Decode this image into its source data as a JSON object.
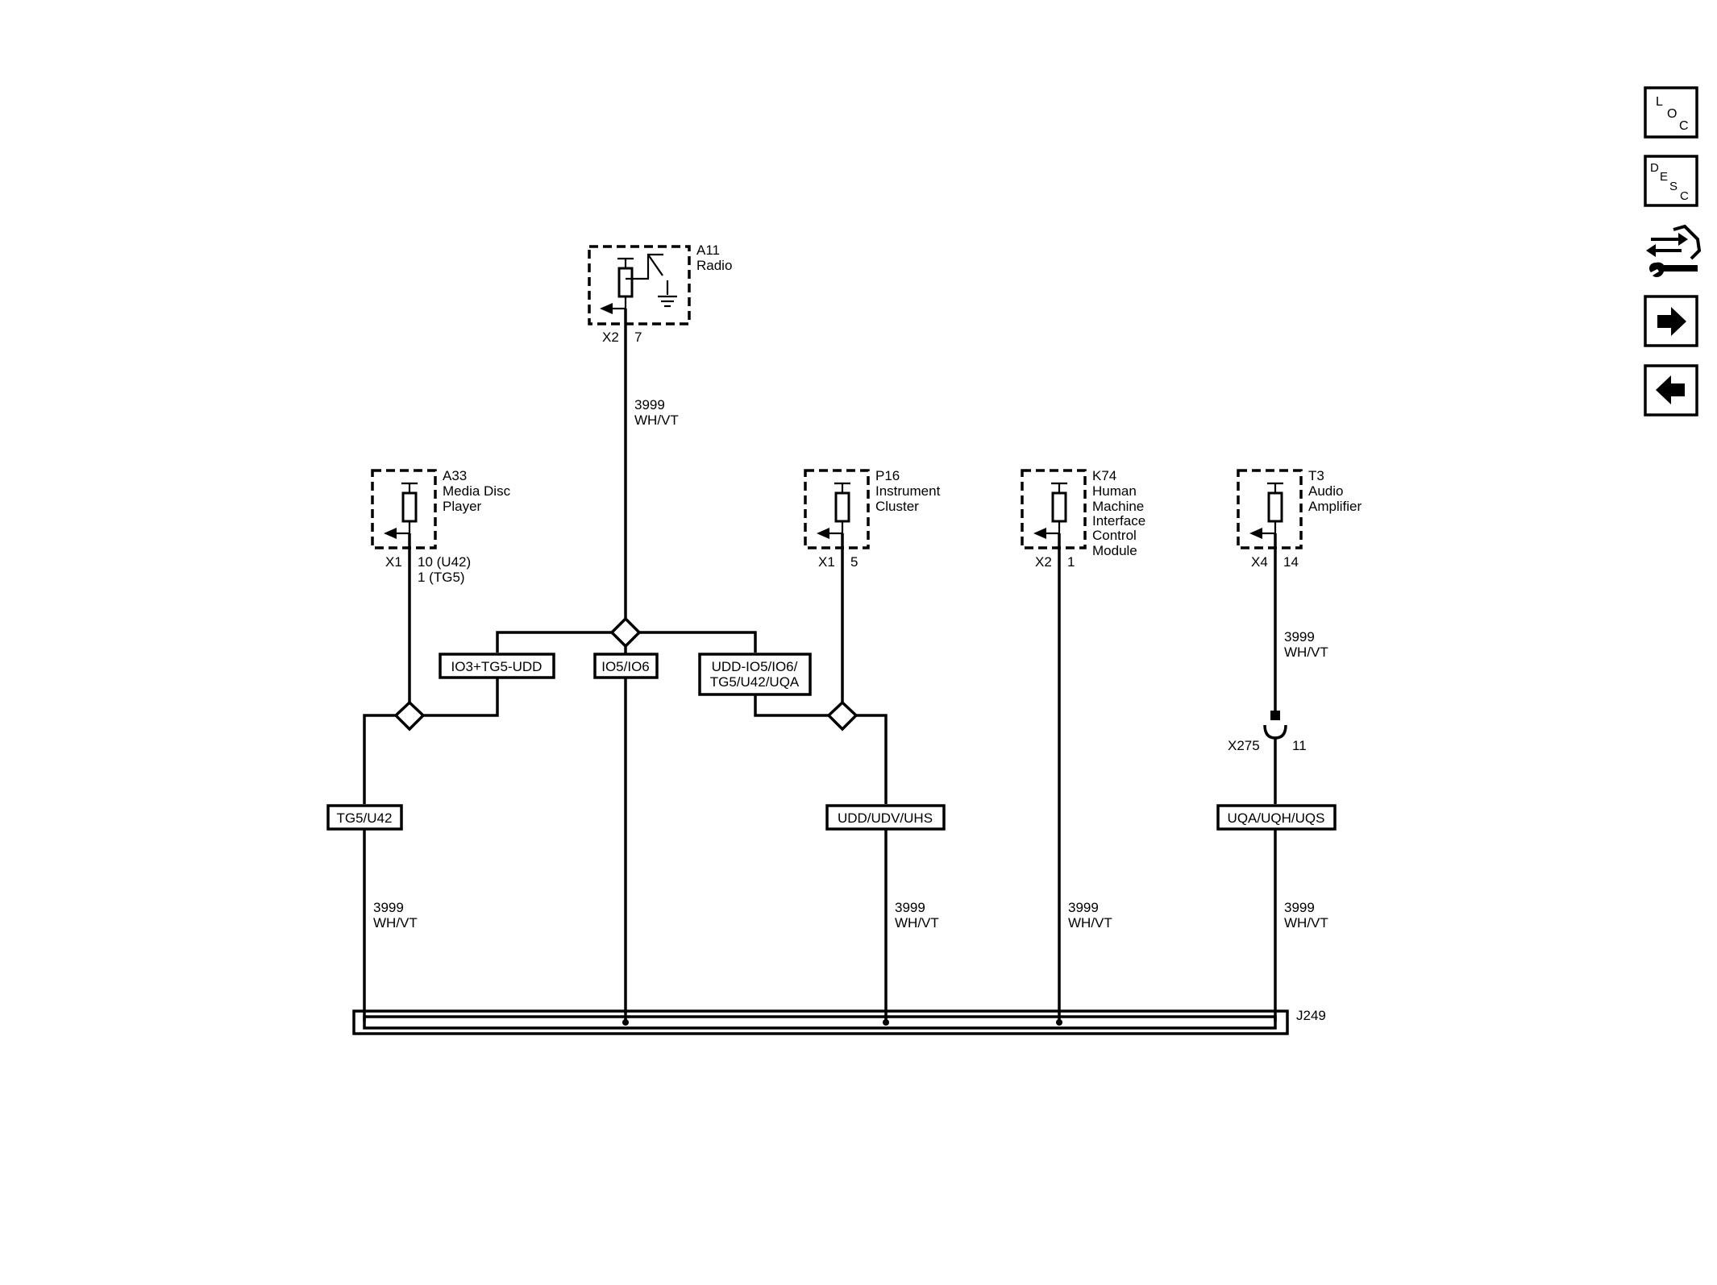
{
  "components": {
    "a11": {
      "ref": "A11",
      "name": "Radio",
      "connector": "X2",
      "pin": "7"
    },
    "a33": {
      "ref": "A33",
      "name_line1": "Media Disc",
      "name_line2": "Player",
      "connector": "X1",
      "pin_line1": "10 (U42)",
      "pin_line2": "1 (TG5)"
    },
    "p16": {
      "ref": "P16",
      "name_line1": "Instrument",
      "name_line2": "Cluster",
      "connector": "X1",
      "pin": "5"
    },
    "k74": {
      "ref": "K74",
      "name_line1": "Human",
      "name_line2": "Machine",
      "name_line3": "Interface",
      "name_line4": "Control",
      "name_line5": "Module",
      "connector": "X2",
      "pin": "1"
    },
    "t3": {
      "ref": "T3",
      "name_line1": "Audio",
      "name_line2": "Amplifier",
      "connector": "X4",
      "pin": "14"
    }
  },
  "inline_connector": {
    "ref": "X275",
    "pin": "11"
  },
  "junction": {
    "ref": "J249"
  },
  "wire": {
    "circuit": "3999",
    "color": "WH/VT"
  },
  "option_labels": {
    "io3_tg5_udd": "IO3+TG5-UDD",
    "io5_io6": "IO5/IO6",
    "udd_line1": "UDD-IO5/IO6/",
    "udd_line2": "TG5/U42/UQA",
    "tg5_u42": "TG5/U42",
    "udd_udv_uhs": "UDD/UDV/UHS",
    "uqa_uqh_uqs": "UQA/UQH/UQS"
  },
  "nav": {
    "loc": {
      "l": "L",
      "o": "O",
      "c": "C"
    },
    "desc": {
      "d": "D",
      "e": "E",
      "s": "S",
      "c": "C"
    }
  }
}
